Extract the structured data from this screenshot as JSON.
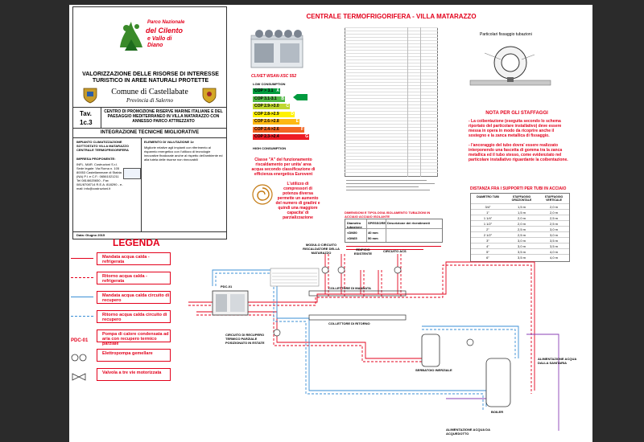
{
  "title_block": {
    "park_name_line1": "Parco Nazionale",
    "park_name_line2": "del Cilento",
    "park_name_line3": "e Vallo di Diano",
    "main_title": "VALORIZZAZIONE DELLE RISORSE DI INTERESSE TURISTICO IN AREE NATURALI PROTETTE",
    "comune": "Comune di Castellabate",
    "provincia": "Provincia di Salerno",
    "tav": "Tav.",
    "tav_num": "1c.3",
    "project_desc": "CENTRO DI PROMOZIONE RISERVE MARINE ITALIANE E DEL PAESAGGIO MEDITERRANEO IN VILLA MATARAZZO CON ANNESSO PARCO ATTREZZATO",
    "section": "INTEGRAZIONE TECNICHE MIGLIORATIVE",
    "impianto_title": "IMPIANTO CLIMATIZZAZIONE SOTTOSTATO VILLA MATARAZZO CENTRALE TERMOFRIGORIFERA",
    "impresa_title": "IMPRESA PROPONENTE:",
    "impresa_text": "INFL. MAR. Costruzioni S.r.l. Sede legale: Via Roma n. 105 80053 Castellammare di Stabia (NA) P.I. e C.F.: 06561021211 Tel 081/8620650 - Fax 081/8708714 R.E.A. 818290 - e-mail: info@costruzioni.it",
    "elemento_title": "ELEMENTO DI VALUTAZIONE 1e",
    "elemento_text": "Migliorie relative agli impianti con riferimento al risparmio energetico con l'utilizzo di tecnologie innovative finalizzate anche al rispetto dell'ambiente ed alla tutela delle risorse non rinnovabili",
    "date": "Data: Giugno 2015"
  },
  "header_right": {
    "title": "CENTRALE TERMOFRIGORIFERA - VILLA MATARAZZO"
  },
  "unit": {
    "model": "CLIVET WSAN-XSC 552"
  },
  "energy": {
    "title": "LOW CONSUMPTION",
    "footer": "HIGH CONSUMPTION",
    "classes": [
      "COP > 3.1",
      "COP 3.1-3.1",
      "COP 2.9->3.0",
      "COP 2.8->2.9",
      "COP 2.6->2.8",
      "COP 2.4->2.6",
      "COP 2.3->2.4"
    ],
    "letters": [
      "A",
      "B",
      "C",
      "D",
      "E",
      "F",
      "G"
    ],
    "colors": [
      "#009a3e",
      "#52b848",
      "#bfd730",
      "#fff200",
      "#fdb813",
      "#f26522",
      "#ed1c24"
    ]
  },
  "notes": {
    "class_a": "Classe \"A\" del funzionamento riscaldamento per unita' area acqua secondo classificazione di efficienza energetica Eurovent",
    "compressor": "L'utilizzo di compressori di potenza diversa permette un aumento del numero di gradini e quindi una maggiore capacita' di parzializzazione"
  },
  "detail": {
    "title": "Particolari fissaggio tubazioni"
  },
  "staffaggi": {
    "title": "NOTA PER GLI STAFFAGGI",
    "item1": "- La coibentazione (eseguita secondo lo schema riportato del particolare installativo) deve essere messa in opera in modo da ricoprire anche il sostegno e la zanca metallica di fissaggio.",
    "item2": "- l'ancoraggio del tubo dovra' essere realizzato interponendo una fascetta di gomma tra la zanca metallica ed il tubo stesso, come evidenziato nel particolare installativo riguardante la coibentazione."
  },
  "distance_table": {
    "title": "DISTANZA FRA I SUPPORTI PER TUBI IN ACCIAIO",
    "headers": [
      "DIAMETRO TUBI",
      "STAFFAGGIO ORIZZONTALE",
      "STAFFAGGIO VERTICALE"
    ],
    "rows": [
      [
        "3/4\"",
        "1,5 m",
        "2,0 m"
      ],
      [
        "1\"",
        "1,5 m",
        "2,0 m"
      ],
      [
        "1 1/4\"",
        "2,0 m",
        "2,5 m"
      ],
      [
        "1 1/2\"",
        "2,0 m",
        "2,5 m"
      ],
      [
        "2\"",
        "2,5 m",
        "3,0 m"
      ],
      [
        "2 1/2\"",
        "2,5 m",
        "3,0 m"
      ],
      [
        "3\"",
        "3,0 m",
        "3,5 m"
      ],
      [
        "4\"",
        "3,0 m",
        "3,5 m"
      ],
      [
        "5\"",
        "3,5 m",
        "4,0 m"
      ],
      [
        "6\"",
        "3,5 m",
        "4,0 m"
      ]
    ]
  },
  "legend": {
    "title": "LEGENDA",
    "items": [
      {
        "label": "Mandata acqua calda - refrigerata",
        "color": "#e3001b",
        "style": "solid"
      },
      {
        "label": "Ritorno acqua calda - refrigerata",
        "color": "#e3001b",
        "style": "dashed"
      },
      {
        "label": "Mandata acqua calda circuito di recupero",
        "color": "#3a8fd6",
        "style": "solid"
      },
      {
        "label": "Ritorno acqua calda circuito di recupero",
        "color": "#3a8fd6",
        "style": "dashed"
      },
      {
        "label": "Pompa di calore condensata ad aria con recupero termico parziale",
        "color": "#e3001b",
        "style": "box",
        "code": "PDC-01"
      },
      {
        "label": "Elettropompa gemellare",
        "color": "#e3001b",
        "style": "pump"
      },
      {
        "label": "Valvola a tre vie motorizzata",
        "color": "#e3001b",
        "style": "valve"
      }
    ]
  },
  "tubazioni": {
    "title": "DIMENSIONI E TIPOLOGIA ISOLAMENTO TUBAZIONI IN ACCIAIO ACCIAIO ISOLANTE",
    "h1": "Diametro tubazione",
    "h2": "SPESSORE",
    "h3": "Descrizione dei rivestimenti",
    "r1a": "<DN50",
    "r1b": "40 mm",
    "r2a": ">DN65",
    "r2b": "50 mm"
  },
  "schematic": {
    "labels": {
      "modulo": "MODULO CIRCUITO RISCALDATORE DELLA MATARAZZO",
      "edificio": "EDIFICIO ESISTENTE",
      "circuito": "CIRCUITO ACS",
      "recupero": "CIRCUITO DI RECUPERO TERMICO PARZIALE POSIZIONATO IN ESTATE",
      "collettore_mandata": "COLLETTORE DI MANDATA",
      "collettore_ritorno": "COLLETTORE DI RITORNO",
      "serbatoio": "SERBATOIO INERZIALE",
      "boiler": "BOILER",
      "alimentazione": "ALIMENTAZIONE ACQUA DALLA SANITARIA",
      "acquedotto": "ALIMENTAZIONE ACQUA DA ACQUEDOTTO",
      "pdc": "PDC-01"
    }
  }
}
